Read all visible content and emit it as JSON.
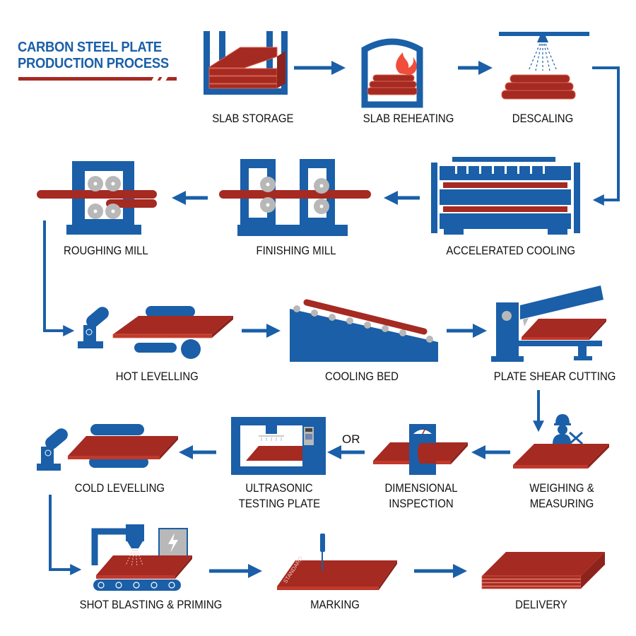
{
  "title": {
    "line1": "CARBON STEEL PLATE",
    "line2": "PRODUCTION PROCESS"
  },
  "colors": {
    "blue": "#1a5fa8",
    "red": "#a52a22",
    "red_light": "#d9614f",
    "gray": "#b8b8b8",
    "flame": "#f04e3a",
    "text": "#111111"
  },
  "steps": [
    {
      "id": "slab-storage",
      "label": "SLAB STORAGE",
      "icon": "slab-rack-icon"
    },
    {
      "id": "slab-reheating",
      "label": "SLAB REHEATING",
      "icon": "furnace-flame-icon"
    },
    {
      "id": "descaling",
      "label": "DESCALING",
      "icon": "water-spray-icon"
    },
    {
      "id": "accelerated-cooling",
      "label": "ACCELERATED COOLING",
      "icon": "cooling-unit-icon"
    },
    {
      "id": "finishing-mill",
      "label": "FINISHING MILL",
      "icon": "double-stand-mill-icon"
    },
    {
      "id": "roughing-mill",
      "label": "ROUGHING MILL",
      "icon": "four-roll-mill-icon"
    },
    {
      "id": "hot-levelling",
      "label": "HOT LEVELLING",
      "icon": "roller-leveller-icon"
    },
    {
      "id": "cooling-bed",
      "label": "COOLING BED",
      "icon": "inclined-bed-icon"
    },
    {
      "id": "plate-shear-cutting",
      "label": "PLATE SHEAR CUTTING",
      "icon": "shear-icon"
    },
    {
      "id": "weighing-measuring",
      "label_line1": "WEIGHING &",
      "label_line2": "MEASURING",
      "icon": "worker-tools-icon"
    },
    {
      "id": "dimensional-inspection",
      "label_line1": "DIMENSIONAL",
      "label_line2": "INSPECTION",
      "icon": "gauge-icon"
    },
    {
      "id": "ultrasonic-testing",
      "label_line1": "ULTRASONIC",
      "label_line2": "TESTING PLATE",
      "icon": "ultrasonic-machine-icon"
    },
    {
      "id": "cold-levelling",
      "label": "COLD LEVELLING",
      "icon": "roller-leveller-icon"
    },
    {
      "id": "shot-blasting-priming",
      "label": "SHOT BLASTING & PRIMING",
      "icon": "blasting-machine-icon"
    },
    {
      "id": "marking",
      "label": "MARKING",
      "icon": "marker-pen-icon"
    },
    {
      "id": "delivery",
      "label": "DELIVERY",
      "icon": "plate-stack-icon"
    }
  ],
  "connector_note": "OR",
  "marking_stamp": "STANDARD"
}
